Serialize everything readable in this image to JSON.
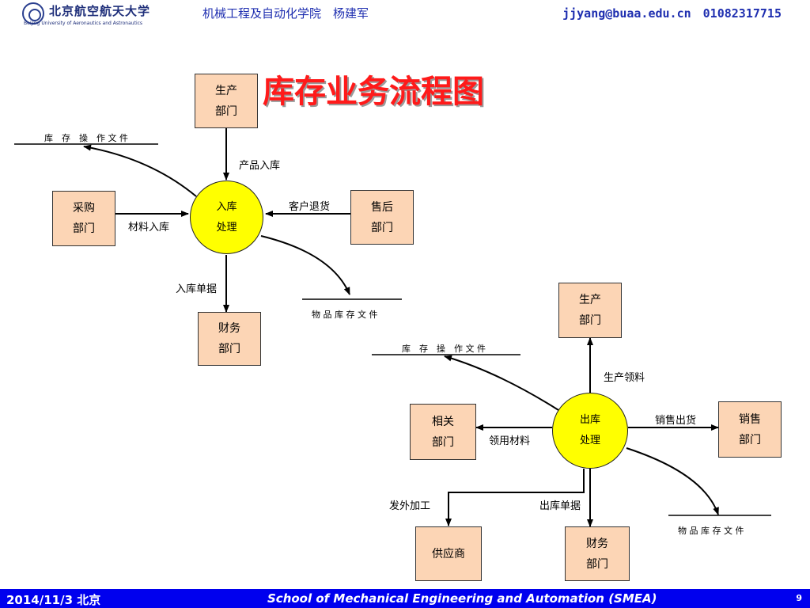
{
  "header": {
    "logo_cn": "北京航空航天大学",
    "logo_en": "Beijing University of Aeronautics and Astronautics",
    "school_author": "机械工程及自动化学院　杨建军",
    "contact": "jjyang@buaa.edu.cn　01082317715"
  },
  "title": "库存业务流程图",
  "inbound": {
    "process": "入库处理",
    "process_lines": [
      "入库",
      "处理"
    ],
    "production_dept": [
      "生产",
      "部门"
    ],
    "purchasing_dept": [
      "采购",
      "部门"
    ],
    "after_sales_dept": [
      "售后",
      "部门"
    ],
    "finance_dept": [
      "财务",
      "部门"
    ],
    "flow_product_in": "产品入库",
    "flow_material_in": "材料入库",
    "flow_customer_return": "客户退货",
    "flow_in_receipt": "入库单据",
    "store_inventory_ops": "库　存　操　作 文 件",
    "store_item_inventory": "物 品 库 存 文 件"
  },
  "outbound": {
    "process_lines": [
      "出库",
      "处理"
    ],
    "production_dept": [
      "生产",
      "部门"
    ],
    "related_dept": [
      "相关",
      "部门"
    ],
    "sales_dept": [
      "销售",
      "部门"
    ],
    "supplier": "供应商",
    "finance_dept": [
      "财务",
      "部门"
    ],
    "flow_production_requisition": "生产领料",
    "flow_sales_out": "销售出货",
    "flow_material_requisition": "领用材料",
    "flow_outsourcing": "发外加工",
    "flow_out_receipt": "出库单据",
    "store_inventory_ops": "库　存　操　作 文 件",
    "store_item_inventory": "物 品 库 存 文 件"
  },
  "footer": {
    "date_place": "2014/11/3 北京",
    "school": "School of Mechanical Engineering and Automation (SMEA)",
    "page": "9"
  },
  "colors": {
    "box_fill": "#fcd5b5",
    "process_fill": "#ffff00",
    "title_color": "#ff1a1a",
    "footer_bg": "#0000ee",
    "header_text": "#1f2fb0"
  }
}
